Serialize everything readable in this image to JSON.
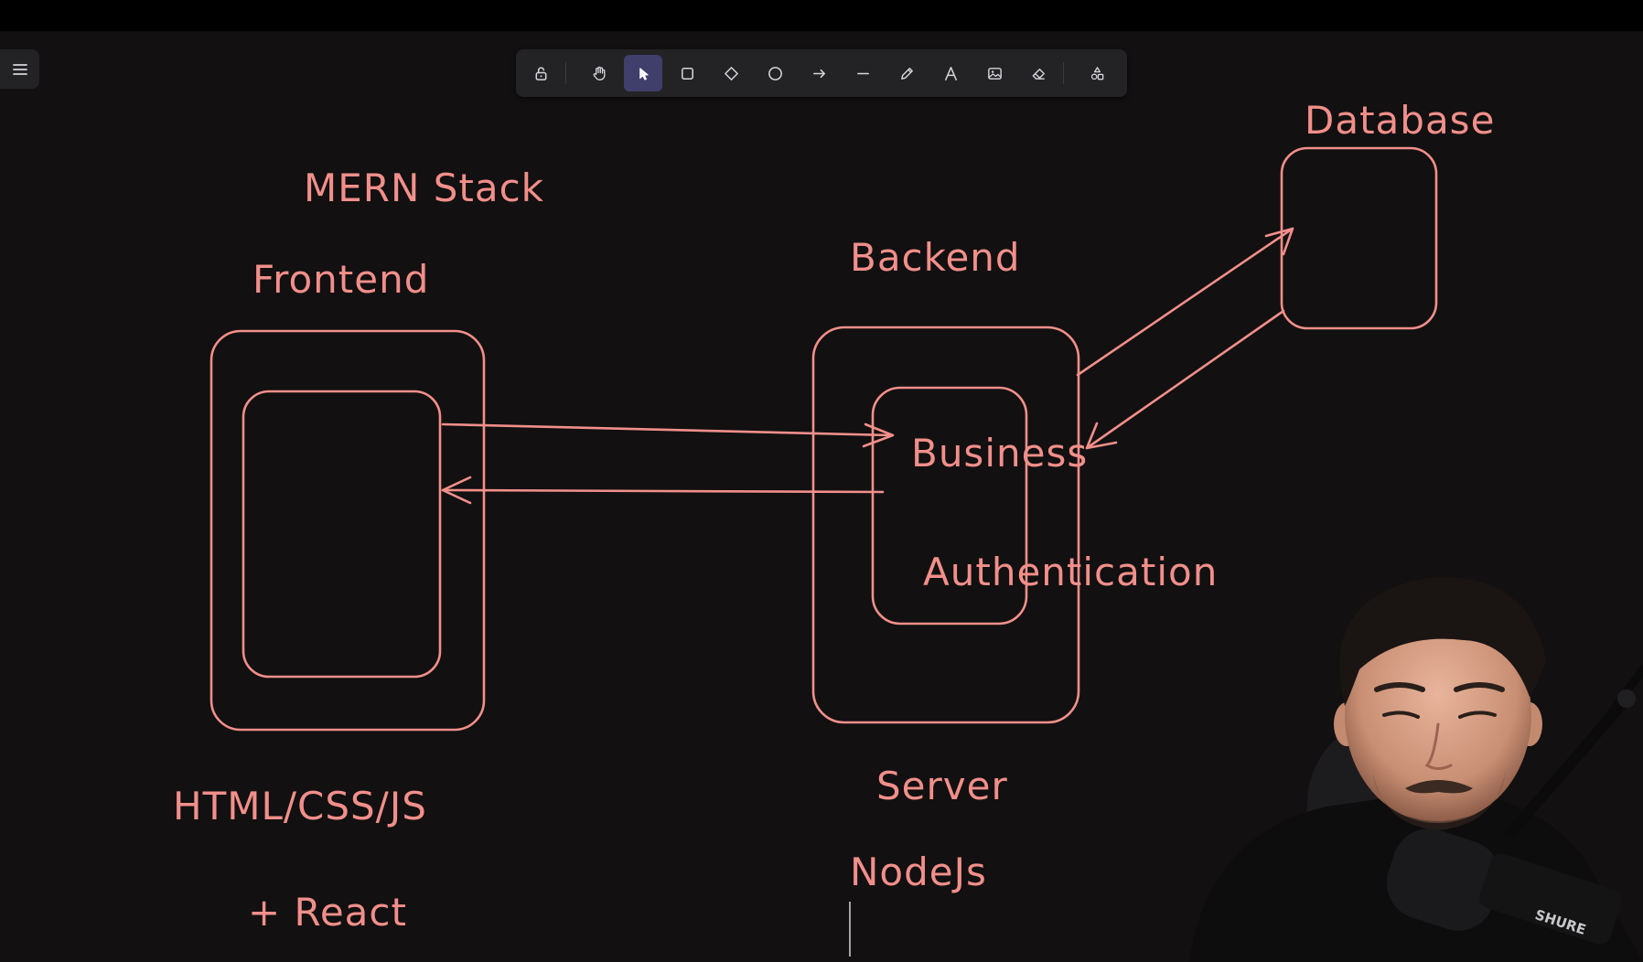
{
  "toolbar": {
    "tools": [
      {
        "name": "lock",
        "tooltip": "Keep selected tool active after drawing"
      },
      {
        "name": "hand",
        "tooltip": "Hand (panning tool)"
      },
      {
        "name": "selection",
        "tooltip": "Selection",
        "active": true
      },
      {
        "name": "rectangle",
        "tooltip": "Rectangle"
      },
      {
        "name": "diamond",
        "tooltip": "Diamond"
      },
      {
        "name": "ellipse",
        "tooltip": "Ellipse"
      },
      {
        "name": "arrow",
        "tooltip": "Arrow"
      },
      {
        "name": "line",
        "tooltip": "Line"
      },
      {
        "name": "draw",
        "tooltip": "Draw"
      },
      {
        "name": "text",
        "tooltip": "Text"
      },
      {
        "name": "image",
        "tooltip": "Insert image"
      },
      {
        "name": "eraser",
        "tooltip": "Eraser"
      },
      {
        "name": "more-tools",
        "tooltip": "More tools"
      }
    ]
  },
  "board": {
    "title": "MERN Stack",
    "frontend_label": "Frontend",
    "backend_label": "Backend",
    "database_label": "Database",
    "business_label": "Business",
    "authentication_label": "Authentication",
    "frontend_tech": "HTML/CSS/JS",
    "frontend_extra": "+ React",
    "server_label": "Server",
    "backend_tech": "NodeJs"
  },
  "colors": {
    "stroke": "#f28f8a",
    "canvas": "#121011",
    "toolbar": "#232326",
    "active_tool": "#403e6a",
    "icon": "#d6d6da"
  },
  "webcam": {
    "mic_brand": "SHURE"
  }
}
